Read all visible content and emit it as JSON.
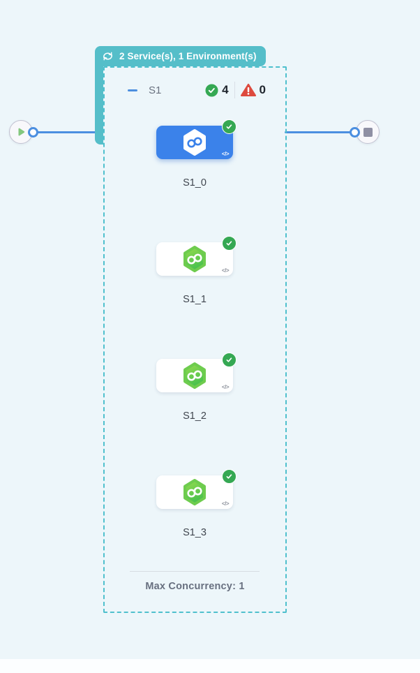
{
  "header_badge": {
    "label": "2 Service(s), 1 Environment(s)"
  },
  "stage": {
    "name": "S1",
    "success_count": "4",
    "error_count": "0",
    "nodes": [
      {
        "label": "S1_0",
        "selected": true
      },
      {
        "label": "S1_1",
        "selected": false
      },
      {
        "label": "S1_2",
        "selected": false
      },
      {
        "label": "S1_3",
        "selected": false
      }
    ],
    "footer": {
      "max_concurrency_label": "Max Concurrency: 1"
    }
  },
  "icons": {
    "code": "</>"
  },
  "colors": {
    "canvas_bg": "#edf6fa",
    "teal": "#55bec9",
    "connector_blue": "#4b8fe0",
    "selected_blue": "#3b82ea",
    "success_green": "#35a853",
    "error_red": "#dd4a3e",
    "hexagon_green_start": "#97dc4e",
    "hexagon_green_end": "#47c04e"
  }
}
